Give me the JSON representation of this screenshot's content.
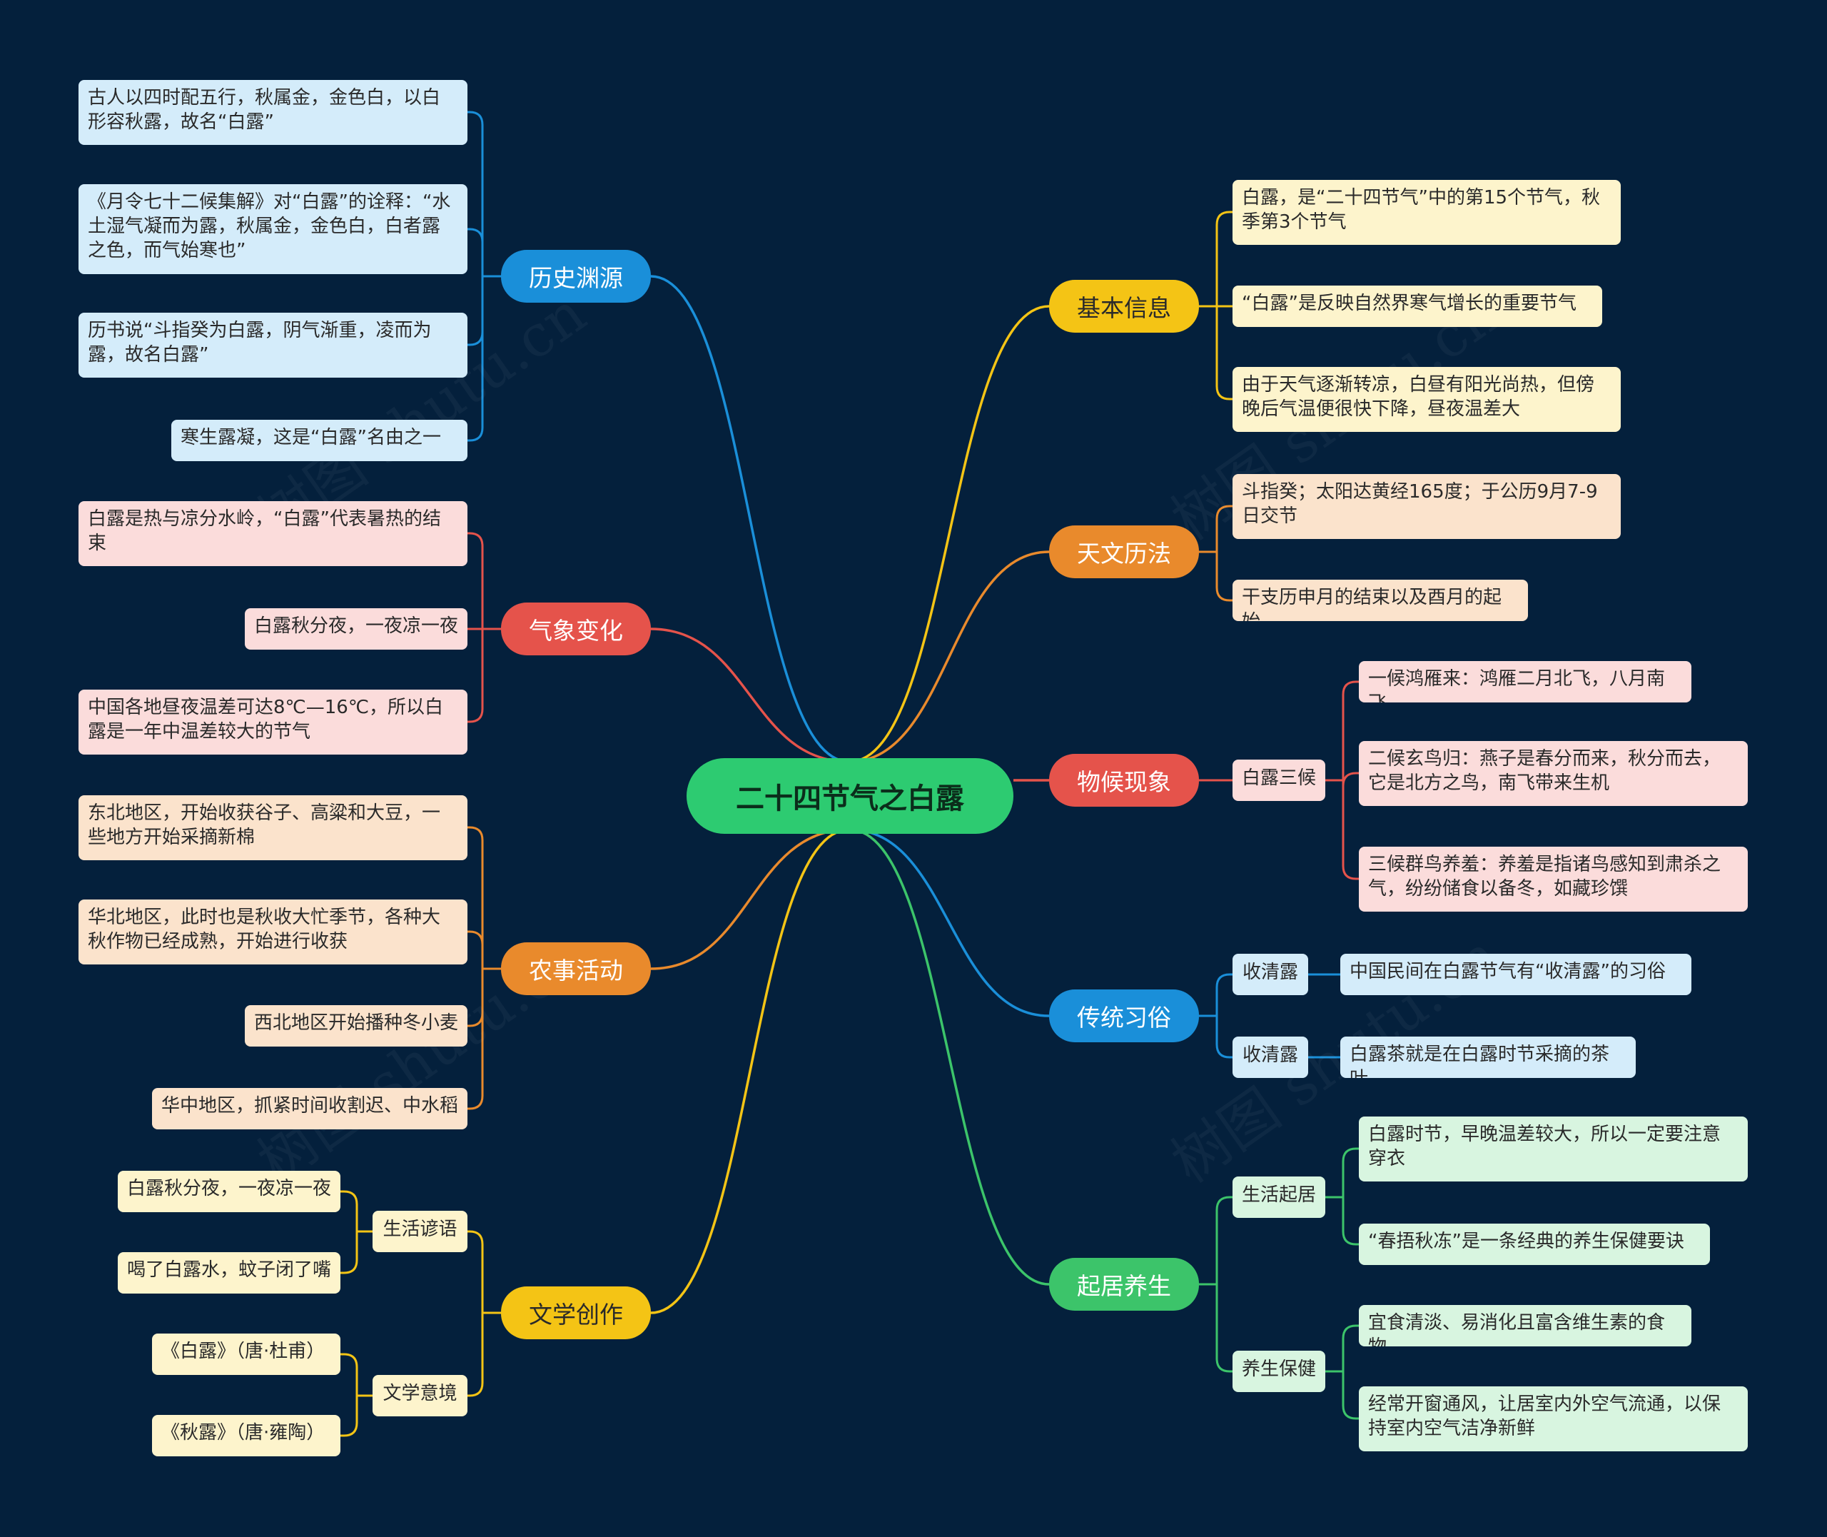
{
  "colors": {
    "background": "#04203c",
    "blue": "#1a8fd9",
    "red": "#e5534b",
    "orange": "#e98a2c",
    "yellow": "#f4c415",
    "green": "#3cc46a",
    "root": "#2dcb71",
    "blue_bg": "#d4ecfa",
    "red_bg": "#fbdcdb",
    "orange_bg": "#fbe3cc",
    "yellow_bg": "#fdf4cc",
    "green_bg": "#d8f5e0"
  },
  "watermark": "树图 shutu.cn",
  "root": {
    "label": "二十四节气之白露"
  },
  "topics": {
    "history": {
      "label": "历史渊源",
      "color": "blue"
    },
    "weather": {
      "label": "气象变化",
      "color": "red"
    },
    "farming": {
      "label": "农事活动",
      "color": "orange"
    },
    "literature": {
      "label": "文学创作",
      "color": "yellow"
    },
    "basic": {
      "label": "基本信息",
      "color": "yellow"
    },
    "astro": {
      "label": "天文历法",
      "color": "orange"
    },
    "phenology": {
      "label": "物候现象",
      "color": "red"
    },
    "custom": {
      "label": "传统习俗",
      "color": "blue"
    },
    "health": {
      "label": "起居养生",
      "color": "green"
    }
  },
  "subtopics": {
    "proverb": "生活谚语",
    "imagery": "文学意境",
    "three_stages": "白露三候",
    "custom_a": "收清露",
    "custom_b": "收清露",
    "daily_life": "生活起居",
    "wellness": "养生保健"
  },
  "leaves": {
    "h1": "古人以四时配五行，秋属金，金色白，以白形容秋露，故名“白露”",
    "h2": "《月令七十二候集解》对“白露”的诠释：“水土湿气凝而为露，秋属金，金色白，白者露之色，而气始寒也”",
    "h3": "历书说“斗指癸为白露，阴气渐重，凌而为露，故名白露”",
    "h4": "寒生露凝，这是“白露”名由之一",
    "w1": "白露是热与凉分水岭，“白露”代表暑热的结束",
    "w2": "白露秋分夜，一夜凉一夜",
    "w3": "中国各地昼夜温差可达8℃—16℃，所以白露是一年中温差较大的节气",
    "f1": "东北地区，开始收获谷子、高粱和大豆，一些地方开始采摘新棉",
    "f2": "华北地区，此时也是秋收大忙季节，各种大秋作物已经成熟，开始进行收获",
    "f3": "西北地区开始播种冬小麦",
    "f4": "华中地区，抓紧时间收割迟、中水稻",
    "l1": "白露秋分夜，一夜凉一夜",
    "l2": "喝了白露水，蚊子闭了嘴",
    "l3": "《白露》（唐·杜甫）",
    "l4": "《秋露》（唐·雍陶）",
    "b1": "白露，是“二十四节气”中的第15个节气，秋季第3个节气",
    "b2": "“白露”是反映自然界寒气增长的重要节气",
    "b3": "由于天气逐渐转凉，白昼有阳光尚热，但傍晚后气温便很快下降，昼夜温差大",
    "a1": "斗指癸；太阳达黄经165度；于公历9月7-9日交节",
    "a2": "干支历申月的结束以及酉月的起始",
    "p1": "一候鸿雁来：鸿雁二月北飞，八月南飞",
    "p2": "二候玄鸟归：燕子是春分而来，秋分而去，它是北方之鸟，南飞带来生机",
    "p3": "三候群鸟养羞：养羞是指诸鸟感知到肃杀之气，纷纷储食以备冬，如藏珍馔",
    "c1": "中国民间在白露节气有“收清露”的习俗",
    "c2": "白露茶就是在白露时节采摘的茶叶",
    "s1": "白露时节，早晚温差较大，所以一定要注意穿衣",
    "s2": "“春捂秋冻”是一条经典的养生保健要诀",
    "s3": "宜食清淡、易消化且富含维生素的食物",
    "s4": "经常开窗通风，让居室内外空气流通，以保持室内空气洁净新鲜"
  }
}
